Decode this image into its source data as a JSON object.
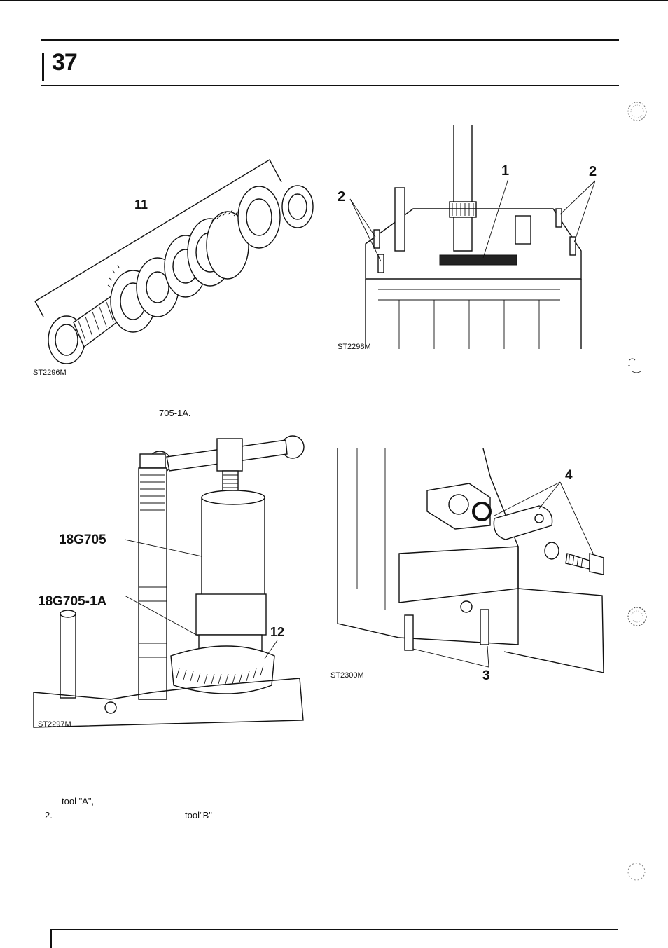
{
  "header": {
    "section_number": "37"
  },
  "figures": [
    {
      "id": "ST2296M",
      "callouts": [
        "11"
      ]
    },
    {
      "id": "ST2298M",
      "callouts": [
        "1",
        "2",
        "2"
      ]
    },
    {
      "id": "ST2297M",
      "callouts": [
        "18G705",
        "18G705-1A",
        "12"
      ]
    },
    {
      "id": "ST2300M",
      "callouts": [
        "4",
        "3"
      ]
    }
  ],
  "text": {
    "tool_ref": "705-1A.",
    "tool_a": "tool \"A\",",
    "step_2_num": "2.",
    "tool_b": "tool\"B\""
  }
}
